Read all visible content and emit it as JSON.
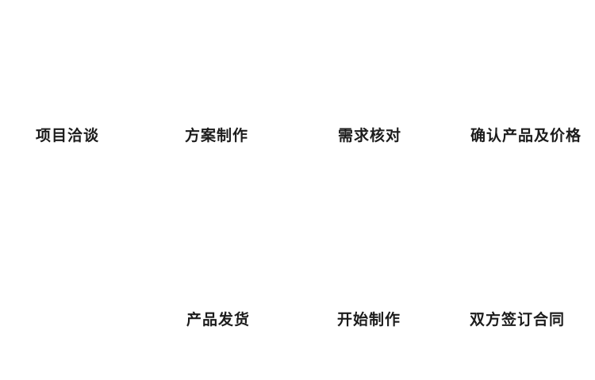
{
  "diagram": {
    "type": "process-flow",
    "background_color": "#ffffff",
    "text_color": "#1c1c1c",
    "steps": [
      {
        "label": "项目洽谈",
        "row": "top",
        "order": 1
      },
      {
        "label": "方案制作",
        "row": "top",
        "order": 2
      },
      {
        "label": "需求核对",
        "row": "top",
        "order": 3
      },
      {
        "label": "确认产品及价格",
        "row": "top",
        "order": 4
      },
      {
        "label": "双方签订合同",
        "row": "bottom",
        "order": 5
      },
      {
        "label": "开始制作",
        "row": "bottom",
        "order": 6
      },
      {
        "label": "产品发货",
        "row": "bottom",
        "order": 7
      }
    ]
  }
}
